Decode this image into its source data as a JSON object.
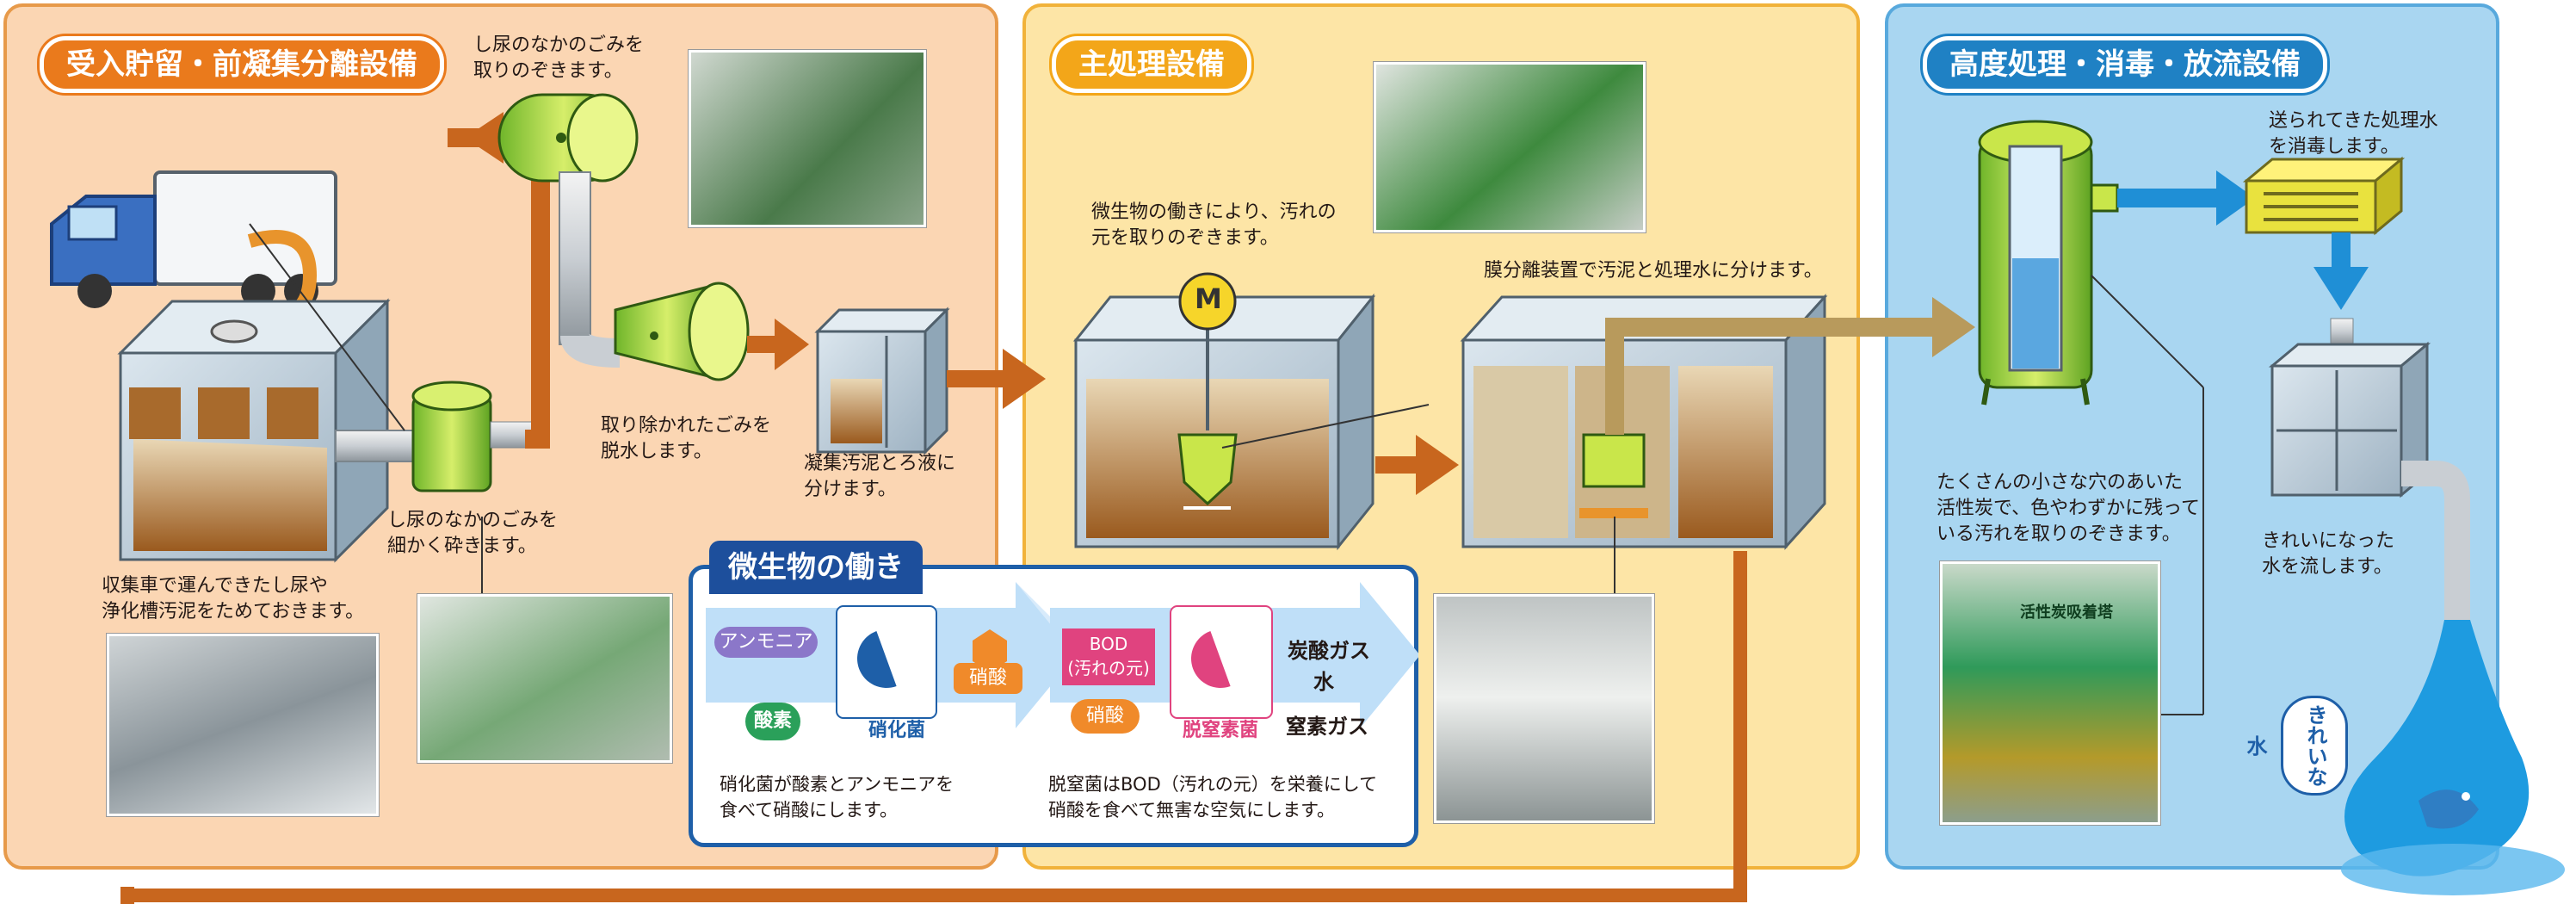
{
  "panels": {
    "receiving": {
      "title": "受入貯留・前凝集分離設備",
      "notes": {
        "screen_remove": "し尿のなかのごみを\n取りのぞきます。",
        "dewater": "取り除かれたごみを\n脱水します。",
        "crush": "し尿のなかのごみを\n細かく砕きます。",
        "coag": "凝集汚泥とろ液に\n分けます。",
        "store": "収集車で運んできたし尿や\n浄化槽汚泥をためておきます。"
      }
    },
    "main": {
      "title": "主処理設備",
      "notes": {
        "microbe": "微生物の働きにより、汚れの\n元を取りのぞきます。",
        "membrane": "膜分離装置で汚泥と処理水に分けます。"
      },
      "motor_label": "M"
    },
    "advanced": {
      "title": "高度処理・消毒・放流設備",
      "notes": {
        "carbon": "たくさんの小さな穴のあいた\n活性炭で、色やわずかに残って\nいる汚れを取りのぞきます。",
        "disinfect": "送られてきた処理水\nを消毒します。",
        "discharge": "きれいになった\n水を流します。"
      },
      "tank_sign": "活性炭吸着塔",
      "fish_bubble": "きれいな水"
    }
  },
  "microbes": {
    "title": "微生物の働き",
    "ammonia": "アンモニア",
    "oxygen": "酸素",
    "nitrifier": "硝化菌",
    "nitrate_out": "硝酸",
    "bod": "BOD\n(汚れの元)",
    "nitrate_in": "硝酸",
    "denitrifier": "脱窒素菌",
    "co2": "炭酸ガス",
    "water": "水",
    "n2": "窒素ガス",
    "caption_left": "硝化菌が酸素とアンモニアを\n食べて硝酸にします。",
    "caption_right": "脱窒菌はBOD（汚れの元）を栄養にして\n硝酸を食べて無害な空気にします。"
  },
  "colors": {
    "panel1": "#fbd6b3",
    "panel2": "#fde5a6",
    "panel3": "#a9d6f1",
    "pipe_orange": "#c8661e",
    "pipe_tan": "#b89a5c",
    "pipe_blue": "#1f8fd6",
    "green": "#9acd32"
  }
}
